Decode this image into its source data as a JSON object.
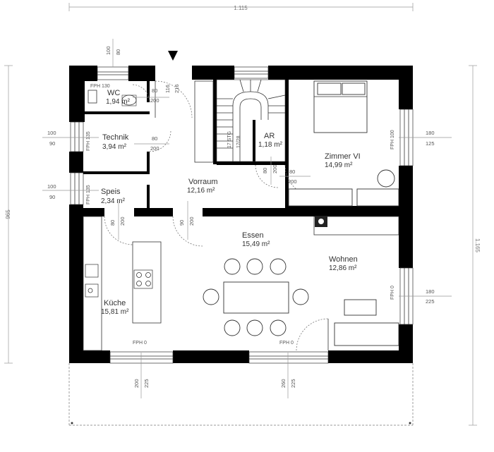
{
  "dimensions": {
    "top": "1.115",
    "left": "965",
    "right": "1.165"
  },
  "rooms": [
    {
      "key": "wc",
      "name": "WC",
      "area": "1,94 m²"
    },
    {
      "key": "technik",
      "name": "Technik",
      "area": "3,94 m²"
    },
    {
      "key": "speis",
      "name": "Speis",
      "area": "2,34 m²"
    },
    {
      "key": "vorraum",
      "name": "Vorraum",
      "area": "12,16 m²"
    },
    {
      "key": "ar",
      "name": "AR",
      "area": "1,18 m²"
    },
    {
      "key": "zimmer",
      "name": "Zimmer VI",
      "area": "14,99 m²"
    },
    {
      "key": "essen",
      "name": "Essen",
      "area": "15,49 m²"
    },
    {
      "key": "wohnen",
      "name": "Wohnen",
      "area": "12,86 m²"
    },
    {
      "key": "kueche",
      "name": "Küche",
      "area": "15,81 m²"
    }
  ],
  "labels": {
    "fph130": "FPH 130",
    "fph135a": "FPH 135",
    "fph135b": "FPH 135",
    "fph100": "FPH 100",
    "fph0_right": "FPH 0",
    "fph0_bottom_left": "FPH 0",
    "fph0_bottom_mid": "FPH 0",
    "stg": "17 STG",
    "stg_size": "17/28"
  },
  "openings": {
    "wc_window_a": "100",
    "wc_window_b": "80",
    "wc_door_a": "80",
    "wc_door_b": "200",
    "entry_a": "116",
    "entry_b": "216",
    "technik_win_a": "100",
    "technik_win_b": "90",
    "technik_door_a": "80",
    "technik_door_b": "200",
    "speis_win_a": "100",
    "speis_win_b": "90",
    "speis_door_a": "80",
    "speis_door_b": "200",
    "vorraum_door_a": "90",
    "vorraum_door_b": "200",
    "ar_door_a": "80",
    "ar_door_b": "200",
    "zimmer_door_a": "80",
    "zimmer_door_b": "200",
    "zimmer_win_a": "180",
    "zimmer_win_b": "125",
    "wohnen_win_a": "180",
    "wohnen_win_b": "225",
    "bottom_win1_a": "200",
    "bottom_win1_b": "225",
    "bottom_win2_a": "260",
    "bottom_win2_b": "225"
  }
}
